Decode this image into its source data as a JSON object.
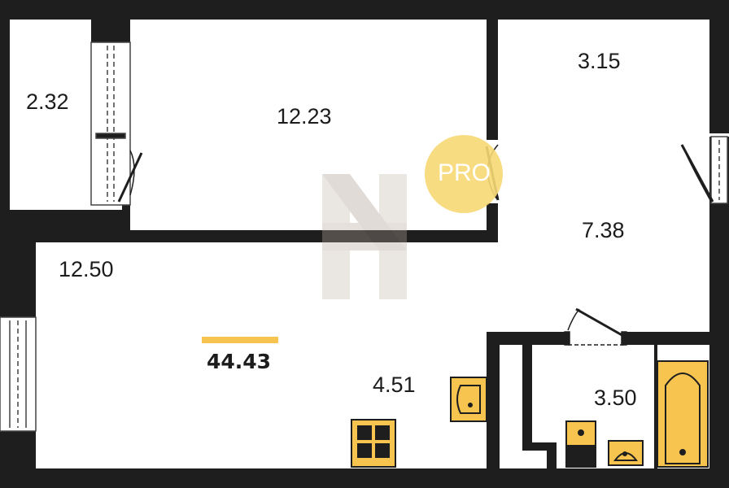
{
  "floor_plan": {
    "total_area": "44.43",
    "rooms": [
      {
        "id": "loggia",
        "area": "2.32"
      },
      {
        "id": "bedroom",
        "area": "12.23"
      },
      {
        "id": "hall",
        "area": "3.15"
      },
      {
        "id": "corridor",
        "area": "7.38"
      },
      {
        "id": "living",
        "area": "12.50"
      },
      {
        "id": "kitchen",
        "area": "4.51"
      },
      {
        "id": "bathroom",
        "area": "3.50"
      }
    ],
    "badge": "PRO"
  },
  "colors": {
    "wall": "#1e1e1e",
    "fixture": "#f6c44f",
    "badge": "#f6d873",
    "accent_bar": "#f6c44f"
  }
}
